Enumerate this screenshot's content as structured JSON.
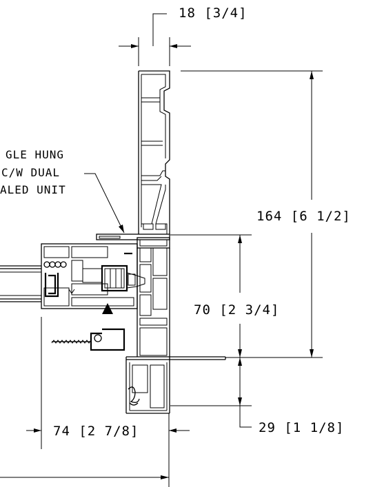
{
  "dimensions": {
    "top_width": "18 [3/4]",
    "overall_height": "164 [6 1/2]",
    "sill_height": "70 [2 3/4]",
    "bottom_width": "74 [2 7/8]",
    "nailing_fin": "29 [1 1/8]"
  },
  "callout": {
    "line1": "GLE HUNG",
    "line2": "C/W DUAL",
    "line3": "ALED UNIT"
  },
  "colors": {
    "ink": "#000000",
    "paper": "#ffffff"
  }
}
